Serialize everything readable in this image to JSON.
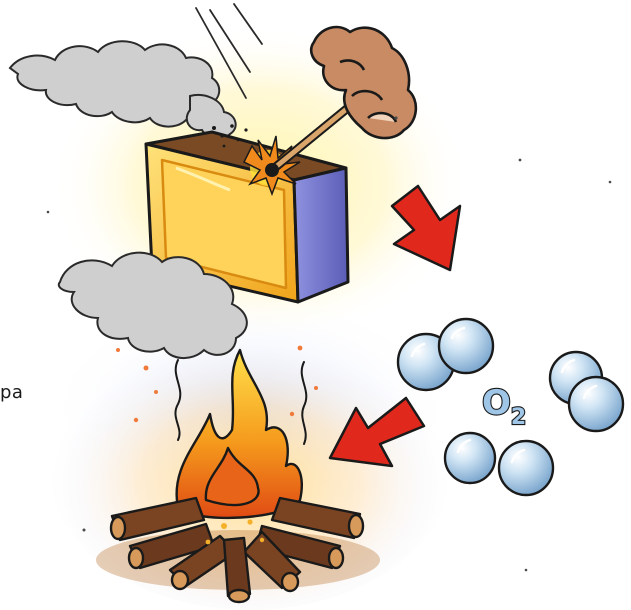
{
  "illustration": {
    "molecule_label": "O",
    "molecule_subscript": "2",
    "edge_text": "ра",
    "colors": {
      "matchbox_yellow": "#f2b21a",
      "matchbox_side": "#6f72c9",
      "flame_orange": "#f08a1c",
      "flame_yellow": "#ffd23a",
      "arrow_red": "#e0281c",
      "oxygen_sphere": "#b9d8ef",
      "smoke_grey": "#9a9a9a",
      "wood_brown": "#6b3a1e"
    },
    "icons": [
      "hand-icon",
      "match-icon",
      "matchbox-icon",
      "smoke-icon",
      "arrow-icon",
      "oxygen-molecule-icon",
      "campfire-icon"
    ]
  }
}
